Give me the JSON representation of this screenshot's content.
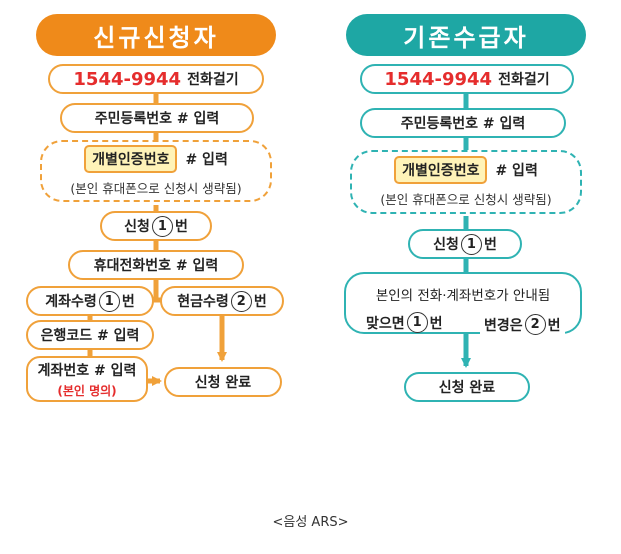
{
  "new_applicant": {
    "title": "신규신청자",
    "phone": "1544-9944",
    "call_label": "전화걸기",
    "rrn": "주민등록번호 # 입력",
    "auth_highlight": "개별인증번호",
    "auth_suffix": "# 입력",
    "auth_note": "(본인 휴대폰으로 신청시 생략됨)",
    "apply_prefix": "신청",
    "apply_num": "1",
    "apply_suffix": "번",
    "mobile": "휴대전화번호 # 입력",
    "account_prefix": "계좌수령",
    "account_num": "1",
    "account_suffix": "번",
    "cash_prefix": "현금수령",
    "cash_num": "2",
    "cash_suffix": "번",
    "bank": "은행코드 # 입력",
    "account_no": "계좌번호 # 입력",
    "account_note": "(본인 명의)",
    "done": "신청 완료"
  },
  "existing_recipient": {
    "title": "기존수급자",
    "phone": "1544-9944",
    "call_label": "전화걸기",
    "rrn": "주민등록번호 # 입력",
    "auth_highlight": "개별인증번호",
    "auth_suffix": "# 입력",
    "auth_note": "(본인 휴대폰으로 신청시 생략됨)",
    "apply_prefix": "신청",
    "apply_num": "1",
    "apply_suffix": "번",
    "guide": "본인의 전화·계좌번호가 안내됨",
    "correct_prefix": "맞으면",
    "correct_num": "1",
    "correct_suffix": "번",
    "change_prefix": "변경은",
    "change_num": "2",
    "change_suffix": "번",
    "done": "신청 완료"
  },
  "caption": "<음성 ARS>",
  "colors": {
    "orange": "#ef8a1a",
    "orange_line": "#f0a13a",
    "teal": "#1ea7a4",
    "teal_line": "#2fb3b3",
    "red": "#e52d2d",
    "highlight": "#fff3b8"
  }
}
